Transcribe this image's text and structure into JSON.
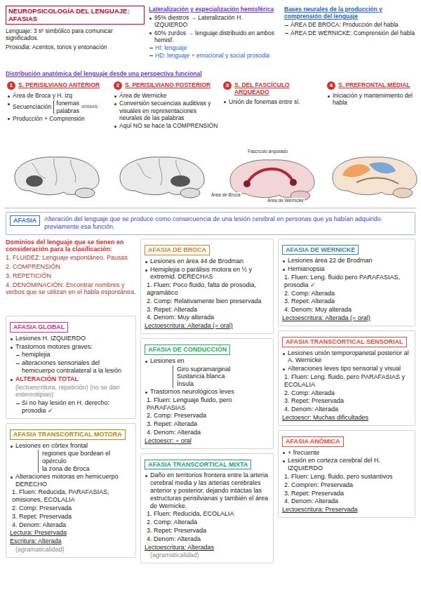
{
  "diagram": {
    "title": "NEUROPSICOLOGÍA DEL LENGUAJE: AFASIAS",
    "nodes": [
      {
        "text": [
          "AFASIA",
          "Alteración del lenguaje que se produce como consecuencia de una lesión cerebral en personas que ya habían adquirido previamente esa función."
        ]
      },
      {
        "text": [
          "AFASIA DE BROCA",
          "Lesiones en área 44 de Brodman",
          "Hemiplejia o parálisis motora en ½ y extremid. DERECHAS",
          "1. Fluen: Poco fluido, falta de prosodia, agramático",
          "2. Comp: Relativamente bien preservada",
          "3. Repet: Alterada",
          "4. Denom: Muy alterada",
          "Lectoescritura: Alterada (= oral)"
        ]
      },
      {
        "text": [
          "AFASIA DE WERNICKE",
          "Lesiones área 22 de Brodman",
          "Hemianopsia",
          "1. Fluen: Leng. fluido pero PARAFASIAS, prosodia ✓",
          "2. Comp: Alterada",
          "3. Repet: Alterada",
          "4. Denom: Muy alterada",
          "Lectoescritura: Alterada (= oral)"
        ]
      },
      {
        "text": [
          "AFASIA GLOBAL",
          "Lesiones H. IZQUIERDO",
          "Trastornos motores graves:",
          "hemiplejia",
          "alteraciones sensoriales del hemicuerpo contralateral a la lesión",
          "ALTERACIÓN TOTAL",
          "(lectoescritura, repetición) (no se dan estereotipias)",
          "Si no hay lesión en H. derecho: prosodia ✓"
        ]
      },
      {
        "text": [
          "AFASIA DE CONDUCCIÓN",
          "Lesiones en",
          "Giro supramarginal",
          "Sustancia blanca",
          "Ínsula",
          "Trastornos neurológicos leves",
          "1. Fluen: Lenguaje fluido, pero PARAFASIAS",
          "2. Comp: Preservada",
          "3. Repet: Alterada",
          "4. Denom: Alterada",
          "Lectoescr: = oral"
        ]
      },
      {
        "text": [
          "AFASIA TRANSCORTICAL SENSORIAL",
          "Lesiones unión temporoparietal posterior al A. Wernicke",
          "Alteraciones leves tipo sensorial y visual",
          "1. Fluen: Leng. fluido, pero PARAFASIAS y ECOLALIA",
          "2. Comp: Alterada",
          "3. Repet: Preservada",
          "4. Denom: Alterada",
          "Lectoescr: Muchas dificultades"
        ]
      },
      {
        "text": [
          "AFASIA TRANSCORTICAL MOTORA",
          "Lesiones en córtex frontal",
          "regiones que bordean el opérculo",
          "la zona de Broca",
          "Alteraciones motoras en hemicuerpo DERECHO",
          "1. Fluen: Reducida, PARAFASIAS, omisiones, ECOLALIA",
          "2. Comp: Preservada",
          "3. Repet: Preservada",
          "4. Denom: Alterada",
          "Lectura: Preservada",
          "Escritura: Alterada",
          "(agramaticalidad)"
        ]
      },
      {
        "text": [
          "AFASIA TRANSCORTICAL MIXTA",
          "Daño en territorios frontera entre la arteria cerebral media y las arterias cerebrales anterior y posterior, dejando intactas las estructuras perisilvianas y también el área de Wernicke.",
          "1. Fluen: Reducida, ECOLALIA",
          "2. Comp: Alterada",
          "3. Repet: Preservada",
          "4. Denom: Alterada",
          "Lectoescritura: Alteradas",
          "(agramaticalidad)"
        ]
      },
      {
        "text": [
          "AFASIA ANÓMICA",
          "+ frecuente",
          "Lesión en corteza cerebral del H. IZQUIERDO",
          "1. Fluen: Leng. fluido, pero sustantivos",
          "2. Compren: Preservada",
          "3. Repet: Preservada",
          "4. Denom: Alterada",
          "Lectoescritura: Preservada"
        ]
      }
    ],
    "labels": [
      "Lenguaje: 3 sº simbólico para comunicar significados.",
      "Prosodia: Acentos, tonos y entonación",
      "Lateralización y especialización hemisférica",
      "95% diestros → Lateralización H. IZQUIERDO",
      "60% zurdos → lenguaje distribuido en ambos hemisf.",
      "HI: lenguaje",
      "HD: lenguaje + emocional y social prosodia",
      "Bases neurales de la producción y comprensión del lenguaje",
      "ÁREA DE BROCA: Producción del habla",
      "ÁREA DE WERNICKE: Comprensión del habla",
      "Distribución anatómica del lenguaje desde una perspectiva funcional",
      "1",
      "S. PERISILVIANO ANTERIOR",
      "Área de Broca y H. izq",
      "Secuenciación",
      "fonemas",
      "palabras",
      "sintaxis",
      "Producción + Comprensión",
      "2",
      "S. PERISILVIANO POSTERIOR",
      "Área de Wernicke",
      "Conversión secuencias auditivas y visuales en representaciones neurales de las palabras",
      "Aquí NO se hace la COMPRENSIÓN",
      "3",
      "S. DEL FASCÍCULO ARQUEADO",
      "Unión de fonemas entre sí.",
      "Fascículo arqueado",
      "Área de Broca",
      "Área de Wernicke",
      "4",
      "S. PREFRONTAL MEDIAL",
      "Iniciación y mantenimiento del habla",
      "Dominios del lenguaje que se tienen en consideración para la clasificación:",
      "1. FLUIDEZ: Lenguaje espontáneo. Pausas",
      "2. COMPRENSIÓN",
      "3. REPETICIÓN",
      "4. DENOMINACIÓN: Encontrar nombres y verbos que se utilizan en el habla espontánea."
    ]
  }
}
